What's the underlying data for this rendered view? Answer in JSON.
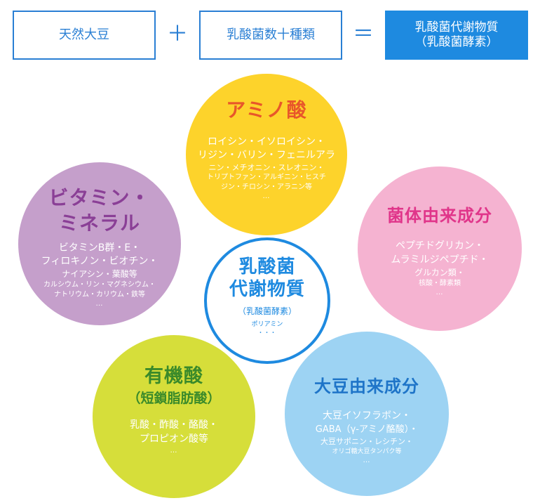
{
  "header": {
    "box1": "天然大豆",
    "plus": "＋",
    "box2": "乳酸菌数十種類",
    "equals": "＝",
    "result_line1": "乳酸菌代謝物質",
    "result_line2": "（乳酸菌酵素）"
  },
  "center": {
    "title1": "乳酸菌",
    "title2": "代謝物質",
    "subtitle": "（乳酸菌酵素）",
    "item": "ポリアミン",
    "dots": "・・・"
  },
  "amino": {
    "title": "アミノ酸",
    "lines": [
      "ロイシン・イソロイシン・",
      "リジン・バリン・フェニルアラ",
      "ニン・メチオニン・スレオニン・",
      "トリプトファン・アルギニン・ヒスチ",
      "ジン・チロシン・アラニン等",
      "…"
    ]
  },
  "vitamin": {
    "title1": "ビタミン・",
    "title2": "ミネラル",
    "lines": [
      "ビタミンB群・E・",
      "フィロキノン・ビオチン・",
      "ナイアシン・葉酸等",
      "カルシウム・リン・マグネシウム・",
      "ナトリウム・カリウム・鉄等",
      "…"
    ]
  },
  "bacteria": {
    "title": "菌体由来成分",
    "lines": [
      "ペプチドグリカン・",
      "ムラミルジペプチド・",
      "グルカン類・",
      "核酸・酵素類",
      "…"
    ]
  },
  "organic": {
    "title": "有機酸",
    "subtitle": "（短鎖脂肪酸）",
    "lines": [
      "乳酸・酢酸・酪酸・",
      "プロピオン酸等",
      "…"
    ]
  },
  "soy": {
    "title": "大豆由来成分",
    "lines": [
      "大豆イソフラボン・",
      "GABA（γ-アミノ酪酸）・",
      "大豆サポニン・レシチン・",
      "オリゴ糖大豆タンパク等",
      "…"
    ]
  },
  "colors": {
    "blue": "#1e8ae0",
    "yellow": "#fdd32b",
    "purple": "#c59fcb",
    "pink": "#f5b3d1",
    "lime": "#d6de3a",
    "lightblue": "#9dd3f3"
  }
}
